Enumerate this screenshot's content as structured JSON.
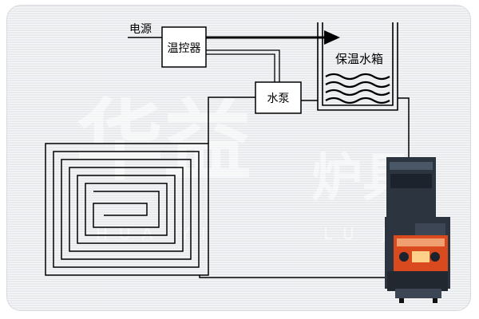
{
  "labels": {
    "power": "电源",
    "thermostat": "温控器",
    "water_pump": "水泵",
    "storage_tank": "保温水箱"
  },
  "watermark": {
    "brand_cn": "华益",
    "brand_pinyin": "HUA YI",
    "product_cn": "炉具",
    "product_pinyin": "LU JU"
  },
  "colors": {
    "pipe": "#000000",
    "boiler_body": "#2c3440",
    "boiler_panel": "#d94a1e"
  }
}
